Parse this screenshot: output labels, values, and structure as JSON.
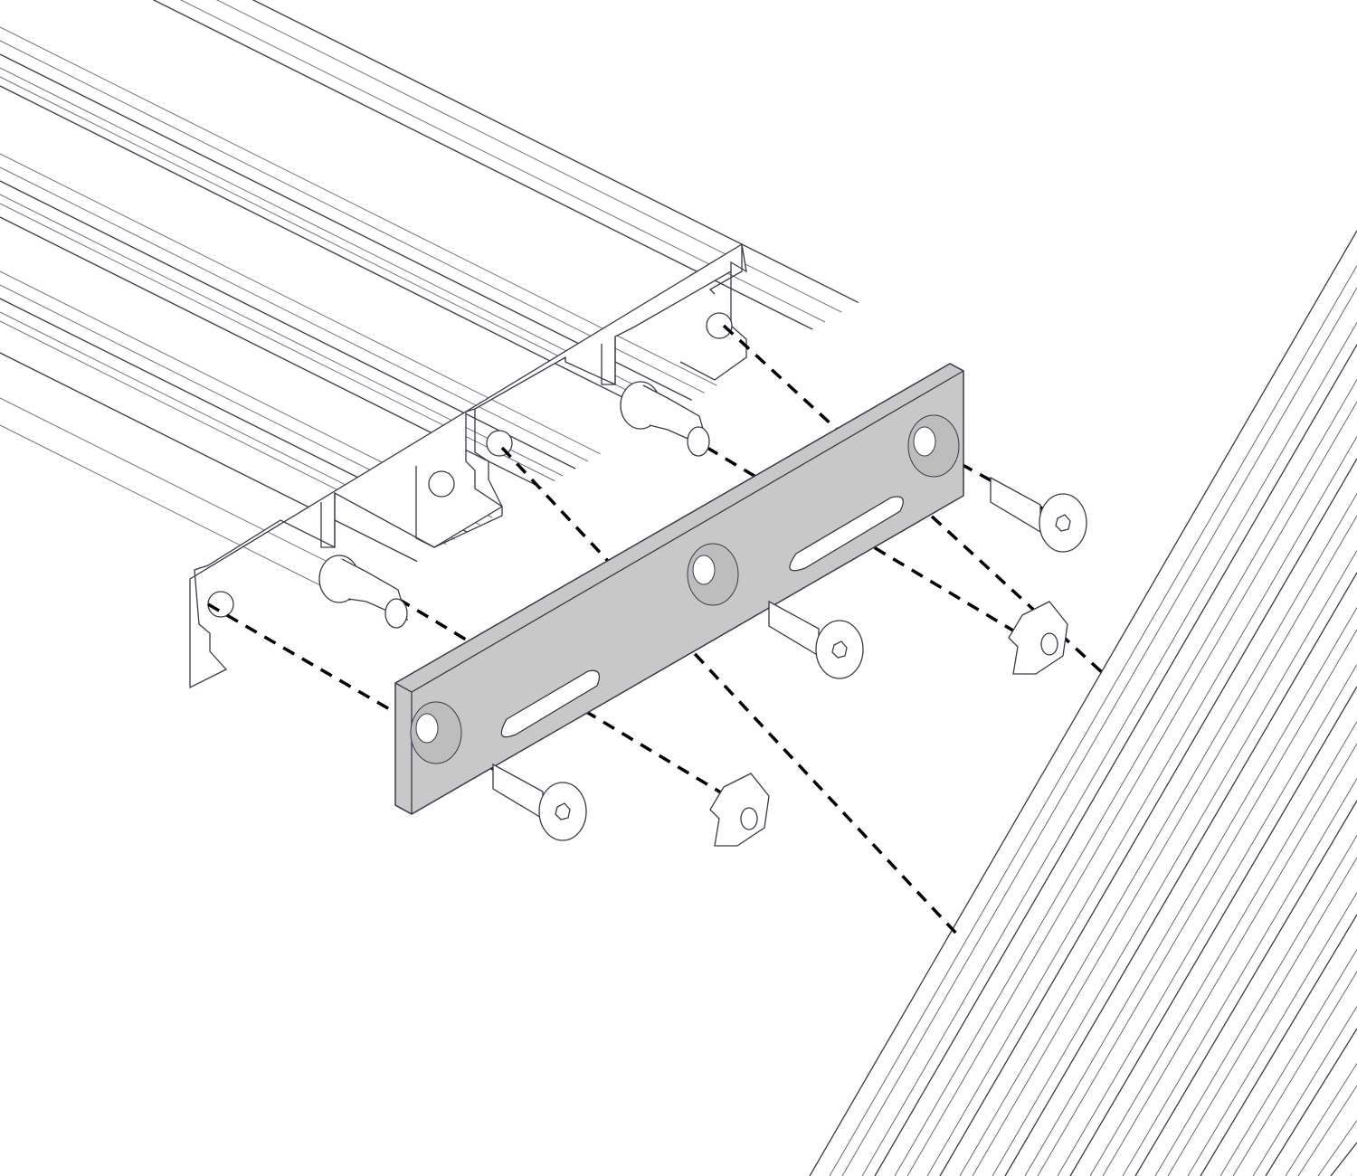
{
  "diagram": {
    "type": "exploded-assembly",
    "colors": {
      "background": "#ffffff",
      "outline": "#3a3a4a",
      "plate_fill": "#c8c8c8",
      "guide_line": "#000000"
    },
    "parts": [
      {
        "name": "deck-profile",
        "icon": "aluminium-profile"
      },
      {
        "name": "connector-plate",
        "icon": "flat-plate"
      },
      {
        "name": "countersunk-screw",
        "count": 3
      },
      {
        "name": "spacer-sleeve",
        "count": 2
      },
      {
        "name": "t-nut",
        "count": 2
      },
      {
        "name": "adjacent-deck-board",
        "icon": "grooved-board"
      }
    ]
  }
}
